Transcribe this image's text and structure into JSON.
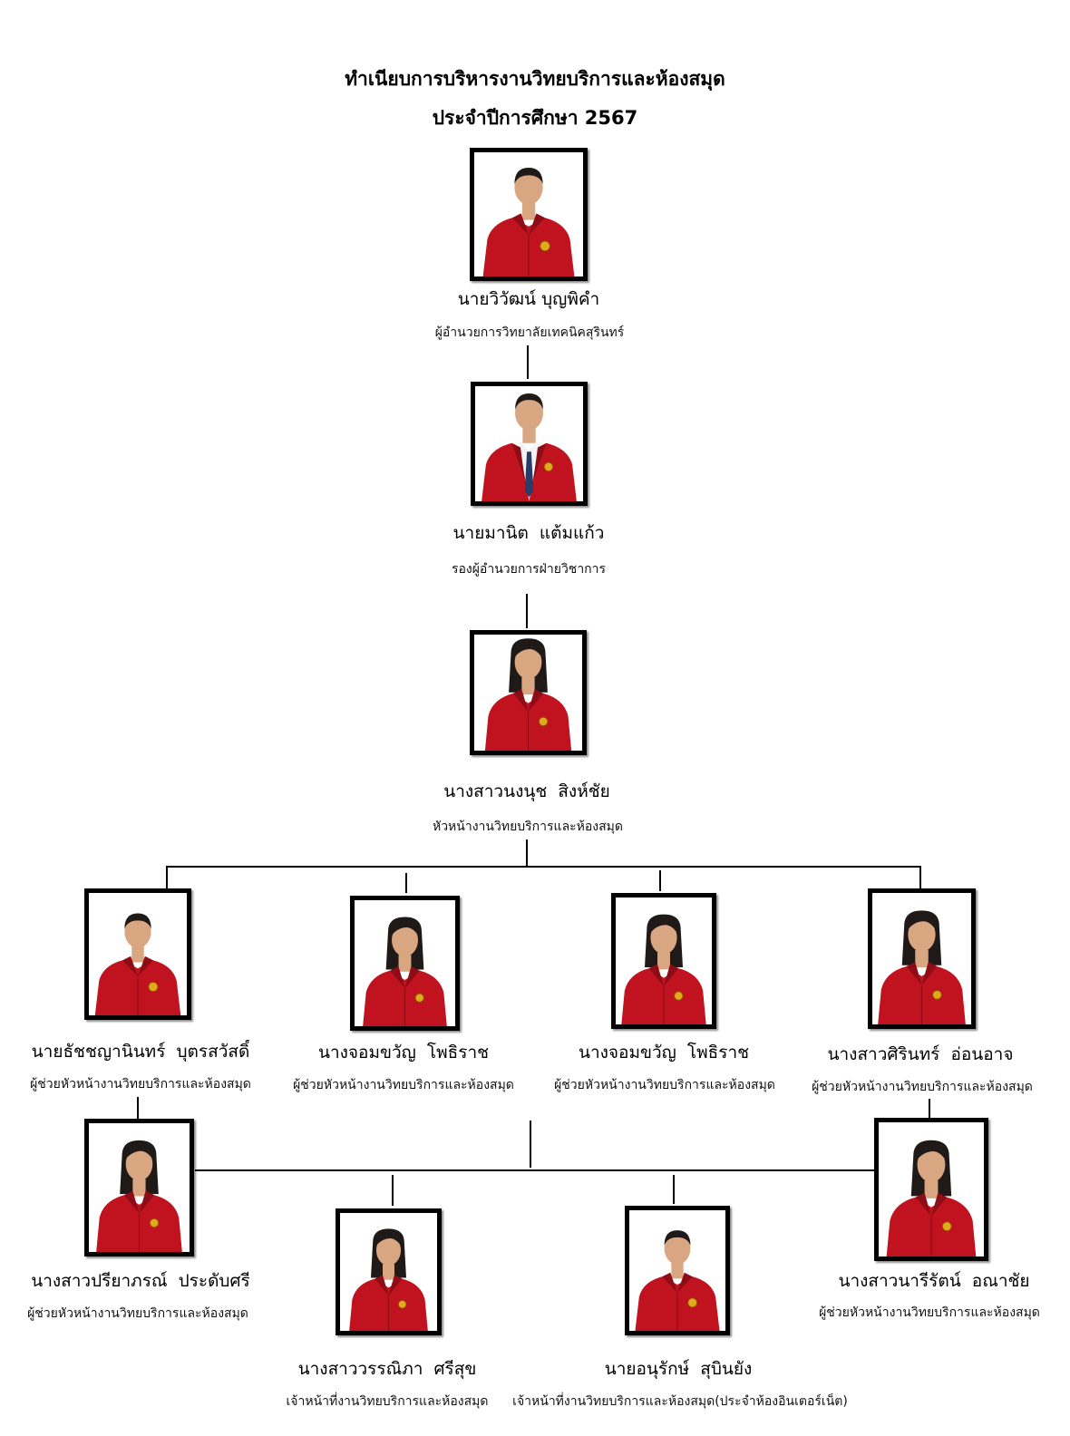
{
  "header": {
    "title": "ทำเนียบการบริหารงานวิทยบริการและห้องสมุด",
    "subtitle": "ประจำปีการศึกษา 2567"
  },
  "people": [
    {
      "name": "นายวิวัฒน์ บุญพิคำ",
      "position": "ผู้อำนวยการวิทยาลัยเทคนิคสุรินทร์"
    },
    {
      "name": "นายมานิต  แต้มแก้ว",
      "position": "รองผู้อำนวยการฝ่ายวิชาการ"
    },
    {
      "name": "นางสาวนงนุช  สิงห์ชัย",
      "position": "หัวหน้างานวิทยบริการและห้องสมุด"
    },
    {
      "name": "นายธัชชญานินทร์  บุตรสวัสดิ์",
      "position": "ผู้ช่วยหัวหน้างานวิทยบริการและห้องสมุด"
    },
    {
      "name": "นางจอมขวัญ  โพธิราช",
      "position": "ผู้ช่วยหัวหน้างานวิทยบริการและห้องสมุด"
    },
    {
      "name": "นางจอมขวัญ  โพธิราช",
      "position": "ผู้ช่วยหัวหน้างานวิทยบริการและห้องสมุด"
    },
    {
      "name": "นางสาวศิรินทร์  อ่อนอาจ",
      "position": "ผู้ช่วยหัวหน้างานวิทยบริการและห้องสมุด"
    },
    {
      "name": "นางสาวปรียาภรณ์  ประดับศรี",
      "position": "ผู้ช่วยหัวหน้างานวิทยบริการและห้องสมุด"
    },
    {
      "name": "นางสาววรรณิภา  ศรีสุข",
      "position": "เจ้าหน้าที่งานวิทยบริการและห้องสมุด"
    },
    {
      "name": "นายอนุรักษ์  สุบินยัง",
      "position": "เจ้าหน้าที่งานวิทยบริการและห้องสมุด(ประจำห้องอินเตอร์เน็ต)"
    },
    {
      "name": "นางสาวนารีรัตน์  อณาชัย",
      "position": "ผู้ช่วยหัวหน้างานวิทยบริการและห้องสมุด"
    }
  ],
  "colors": {
    "shirt": "#c1121f",
    "shirt-dark": "#8e0c16",
    "emblem": "#e3a91c",
    "skin": "#d9a682",
    "hair": "#1f1a17",
    "line": "#000000",
    "frame": "#000000"
  }
}
